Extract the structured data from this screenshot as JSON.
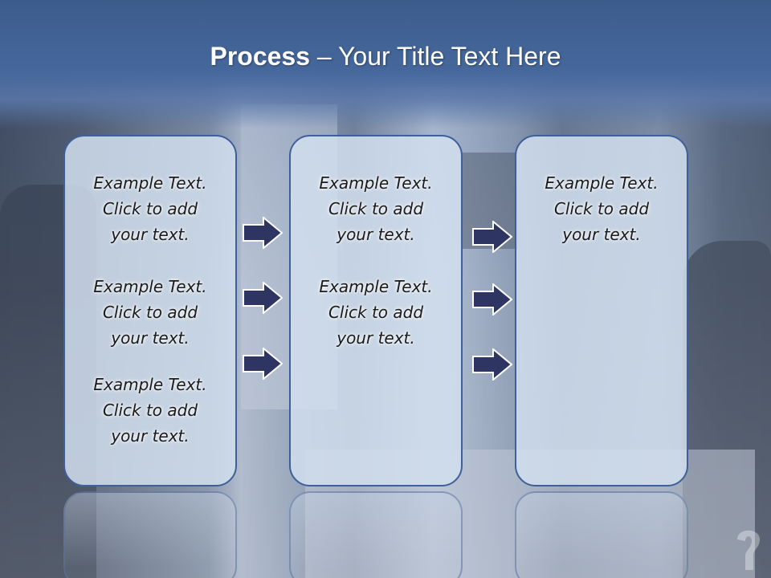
{
  "title": {
    "bold": "Process",
    "rest": " – Your Title Text Here"
  },
  "columns": [
    {
      "items": [
        "Example Text.\nClick  to add\nyour text.",
        "Example Text.\nClick  to add\nyour text.",
        "Example Text.\nClick  to add\nyour text."
      ]
    },
    {
      "items": [
        "Example Text.\nClick  to add\nyour text.",
        "Example Text.\nClick  to add\nyour text."
      ]
    },
    {
      "items": [
        "Example Text.\nClick  to add\nyour text."
      ]
    }
  ],
  "colors": {
    "title_bar": "#45679b",
    "panel_border": "#3f5f9a",
    "panel_fill": "#d2deee",
    "arrow_fill": "#2f3563"
  },
  "icons": [
    "arrow-right-icon"
  ]
}
